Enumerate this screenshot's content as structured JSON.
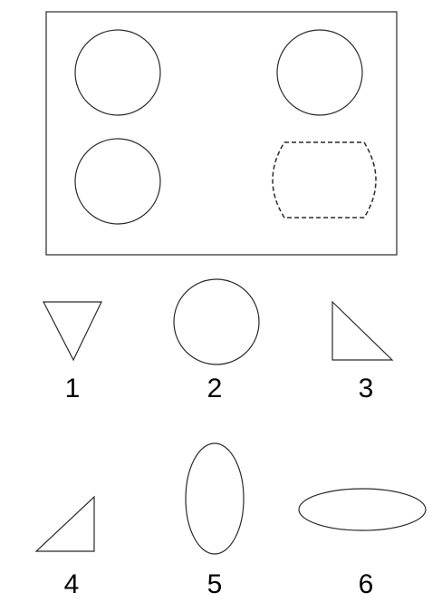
{
  "puzzle": {
    "grid_cells": [
      "circle",
      "circle",
      "circle",
      "missing"
    ],
    "options": [
      {
        "label": "1",
        "shape": "inverted-triangle"
      },
      {
        "label": "2",
        "shape": "circle"
      },
      {
        "label": "3",
        "shape": "right-triangle"
      },
      {
        "label": "4",
        "shape": "right-triangle"
      },
      {
        "label": "5",
        "shape": "vertical-ellipse"
      },
      {
        "label": "6",
        "shape": "horizontal-ellipse"
      }
    ]
  }
}
